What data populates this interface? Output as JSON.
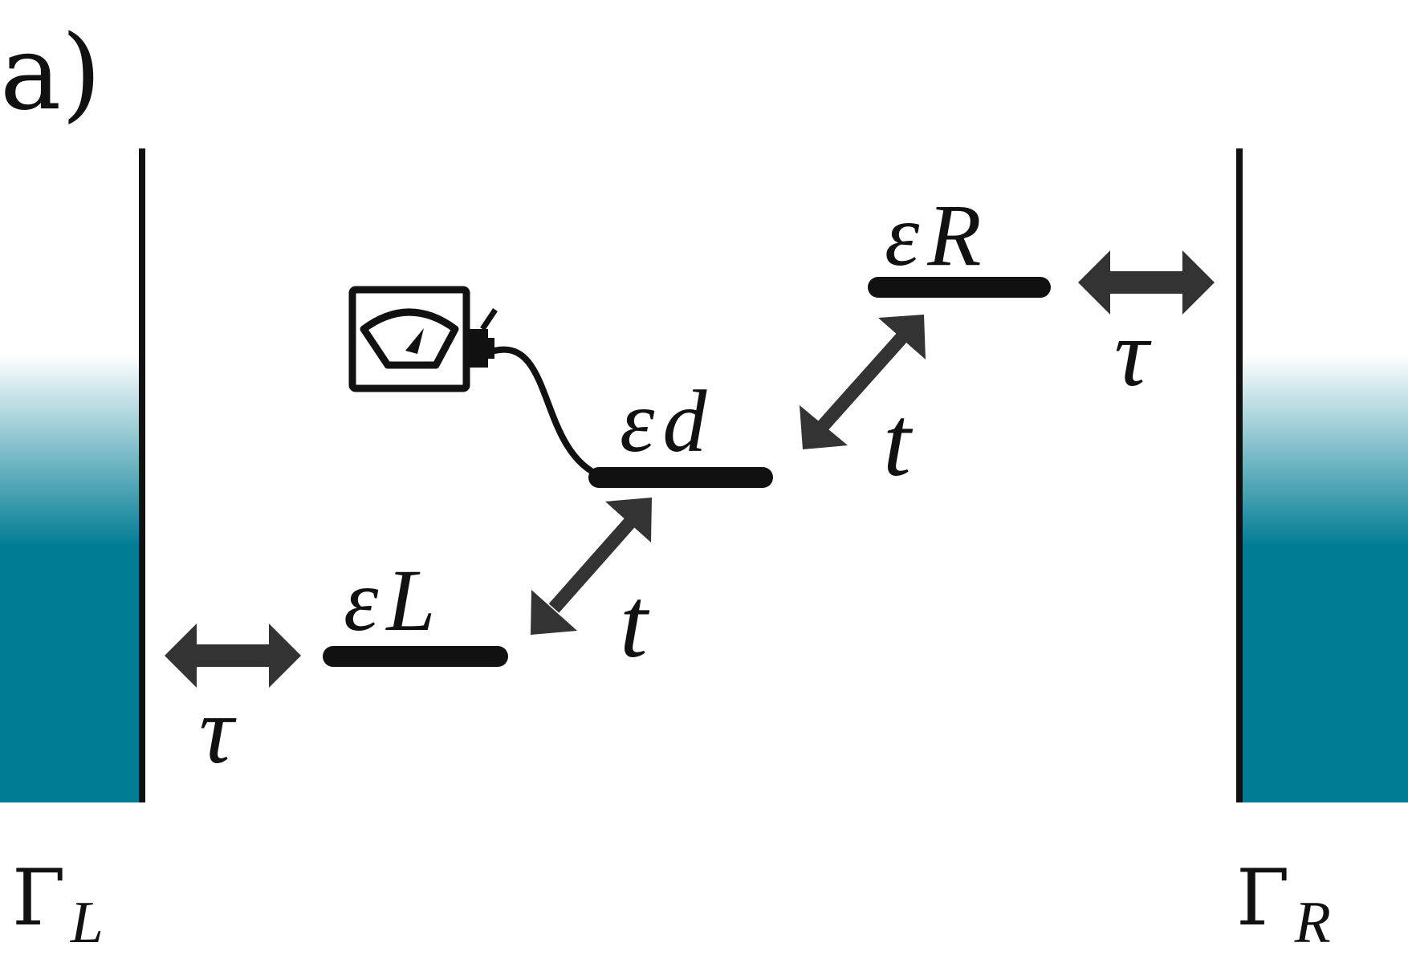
{
  "panel_label": "a)",
  "colors": {
    "reservoir": "#007c93",
    "line": "#111111",
    "arrow": "#333333",
    "background": "#ffffff"
  },
  "labels": {
    "gamma_left": "Γ",
    "gamma_left_sub": "L",
    "gamma_right": "Γ",
    "gamma_right_sub": "R",
    "tau_left": "τ",
    "tau_right": "τ",
    "t_lower": "t",
    "t_upper": "t",
    "eps_left": "ε",
    "eps_left_sub": "L",
    "eps_dot": "ε",
    "eps_dot_sub": "d",
    "eps_right": "ε",
    "eps_right_sub": "R"
  },
  "icons": {
    "detector": "meter-icon"
  }
}
